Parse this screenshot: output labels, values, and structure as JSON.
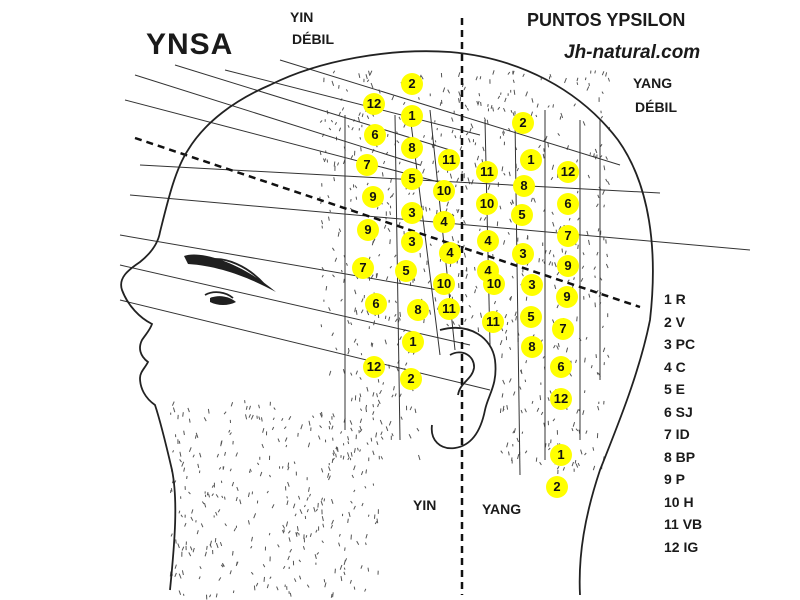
{
  "title": "YNSA",
  "subtitle": "PUNTOS YPSILON",
  "website": "Jh-natural.com",
  "labels": {
    "yin_debil": [
      "YIN",
      "DÉBIL"
    ],
    "yang_debil": [
      "YANG",
      "DÉBIL"
    ],
    "yin": "YIN",
    "yang": "YANG"
  },
  "colors": {
    "point": "#ffff00",
    "ink": "#1a1a1a"
  },
  "legend": [
    "1 R",
    "2 V",
    "3 PC",
    "4 C",
    "5 E",
    "6 SJ",
    "7 ID",
    "8 BP",
    "9 P",
    "10 H",
    "11 VB",
    "12 IG"
  ],
  "points": {
    "yin": [
      "2",
      "12",
      "1",
      "6",
      "8",
      "7",
      "5",
      "11",
      "9",
      "10",
      "3",
      "9",
      "4",
      "3",
      "4",
      "7",
      "5",
      "10",
      "6",
      "8",
      "11",
      "1",
      "12",
      "2"
    ],
    "yang": [
      "2",
      "1",
      "11",
      "12",
      "8",
      "10",
      "6",
      "5",
      "4",
      "7",
      "3",
      "4",
      "9",
      "3",
      "10",
      "9",
      "11",
      "5",
      "7",
      "8",
      "6",
      "12",
      "1",
      "2"
    ]
  }
}
